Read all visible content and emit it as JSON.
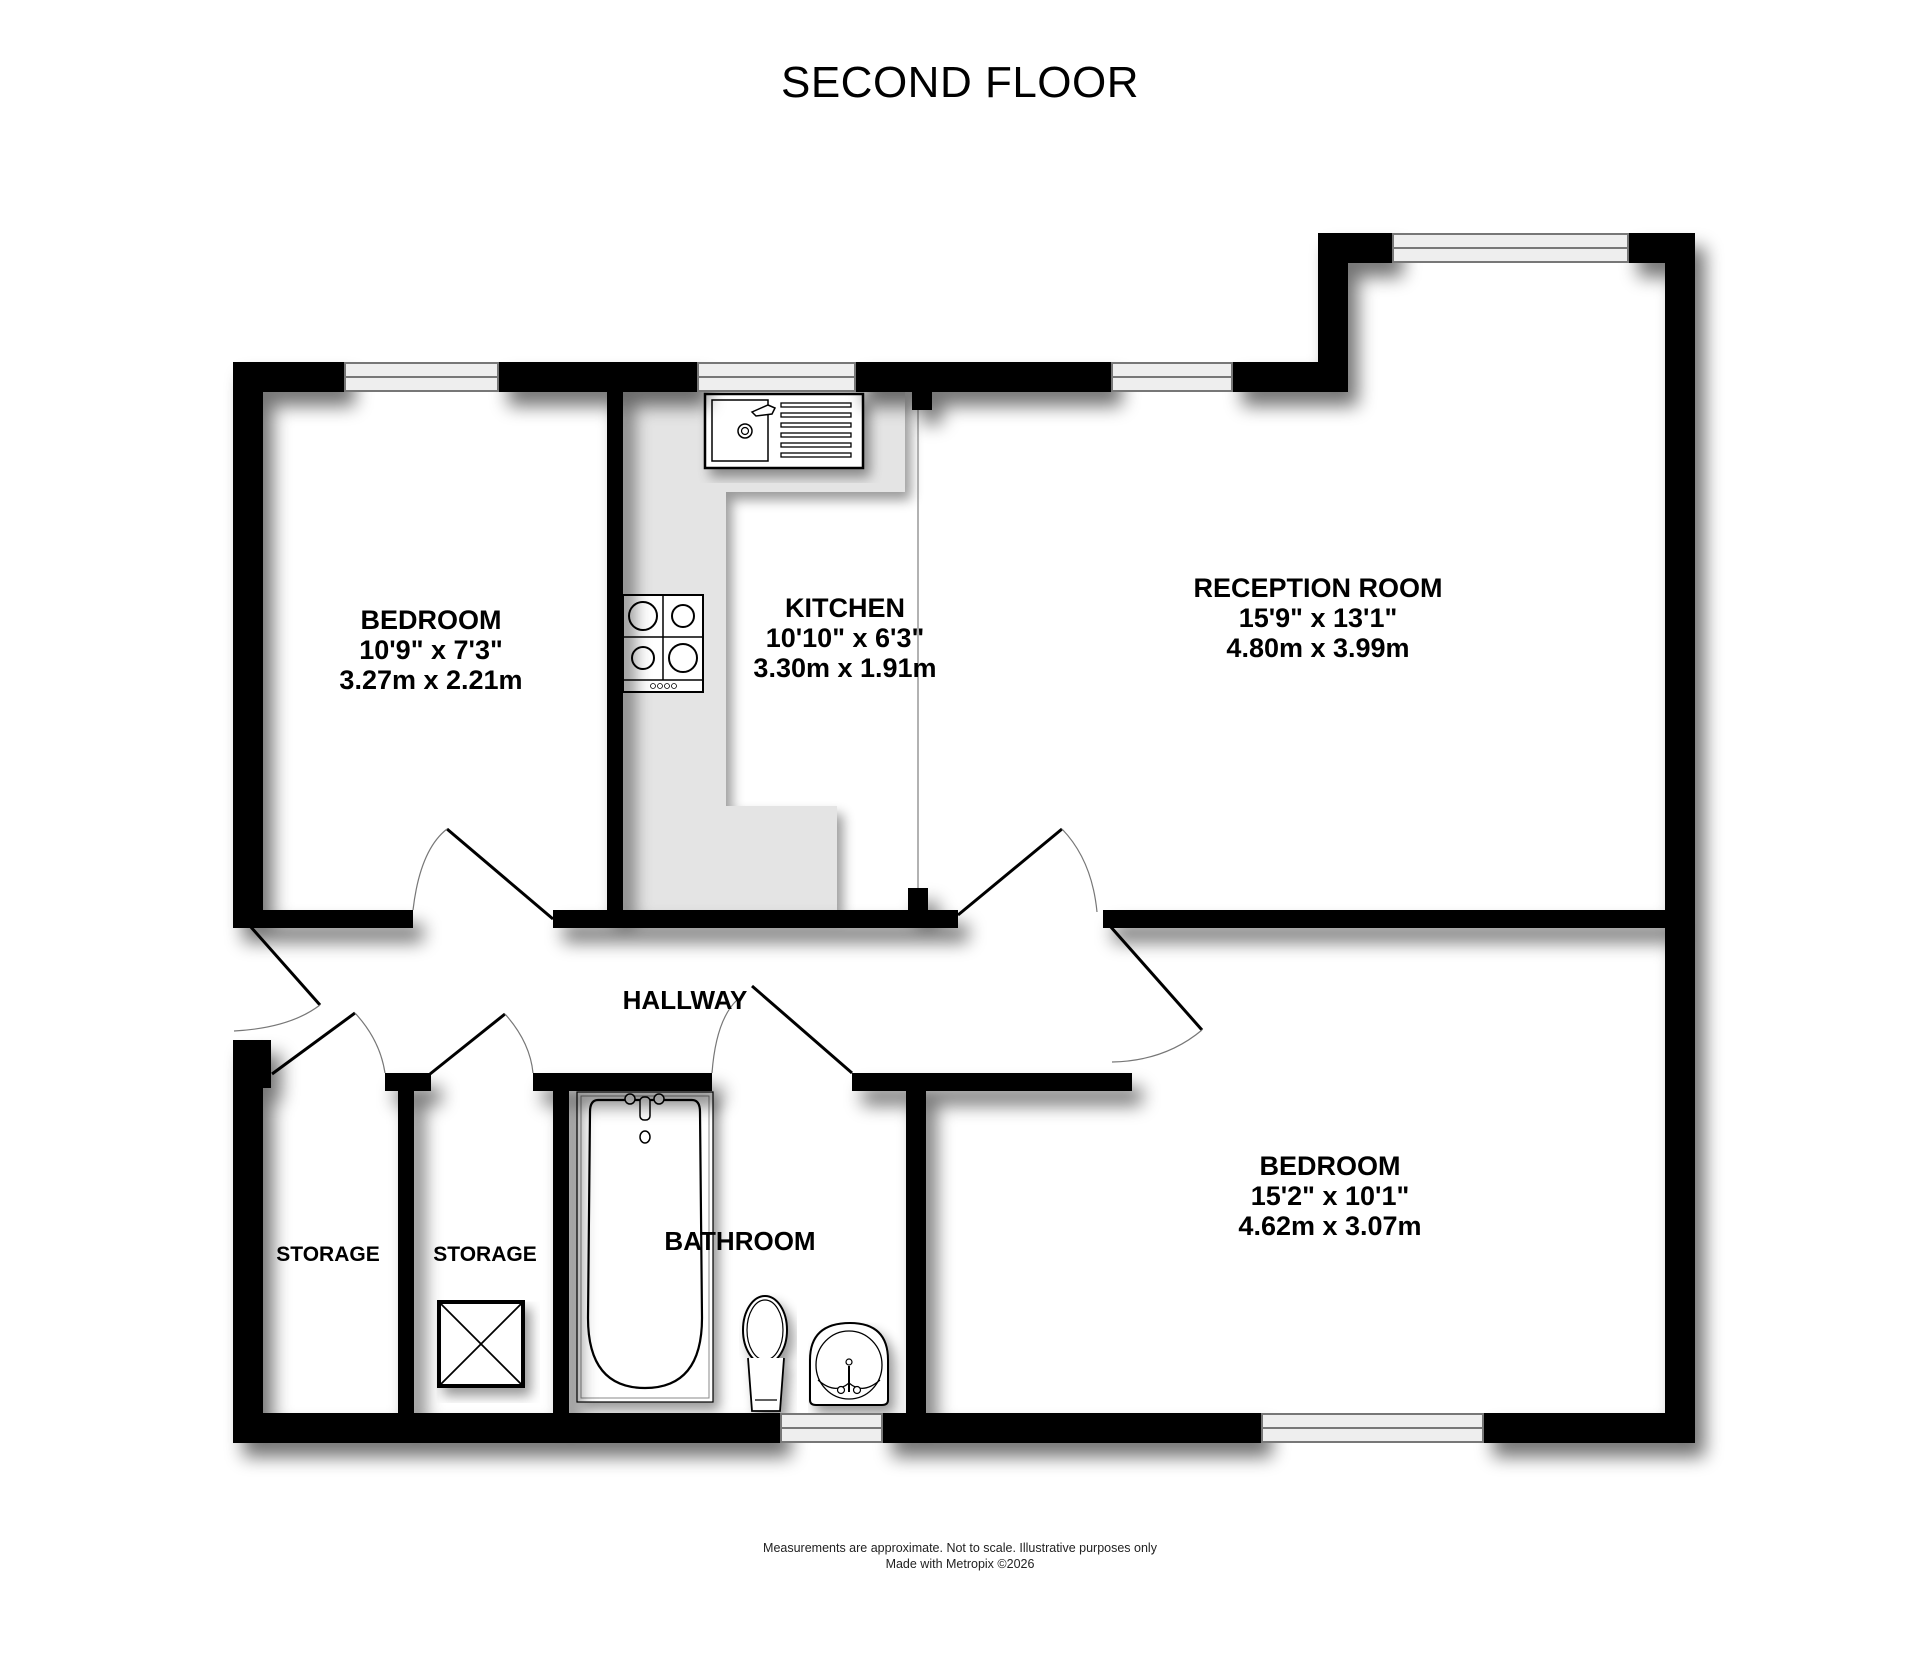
{
  "title": "SECOND FLOOR",
  "rooms": {
    "bedroom1": {
      "name": "BEDROOM",
      "imperial": "10'9\"  x 7'3\"",
      "metric": "3.27m  x 2.21m"
    },
    "kitchen": {
      "name": "KITCHEN",
      "imperial": "10'10\"  x 6'3\"",
      "metric": "3.30m  x 1.91m"
    },
    "reception": {
      "name": "RECEPTION ROOM",
      "imperial": "15'9\"  x 13'1\"",
      "metric": "4.80m  x 3.99m"
    },
    "bedroom2": {
      "name": "BEDROOM",
      "imperial": "15'2\"  x 10'1\"",
      "metric": "4.62m  x 3.07m"
    },
    "hallway": {
      "name": "HALLWAY"
    },
    "storage1": {
      "name": "STORAGE"
    },
    "storage2": {
      "name": "STORAGE"
    },
    "bathroom": {
      "name": "BATHROOM"
    }
  },
  "fixtures": [
    "sink-icon",
    "hob-icon",
    "bath-icon",
    "toilet-icon",
    "basin-icon",
    "boiler-icon"
  ],
  "colors": {
    "wall": "#000000",
    "worktop": "#e4e4e4",
    "window": "#eeeeee",
    "background": "#ffffff"
  },
  "footer": {
    "disclaimer": "Measurements are approximate.  Not to scale.  Illustrative purposes only",
    "credit": "Made with Metropix ©2026"
  }
}
